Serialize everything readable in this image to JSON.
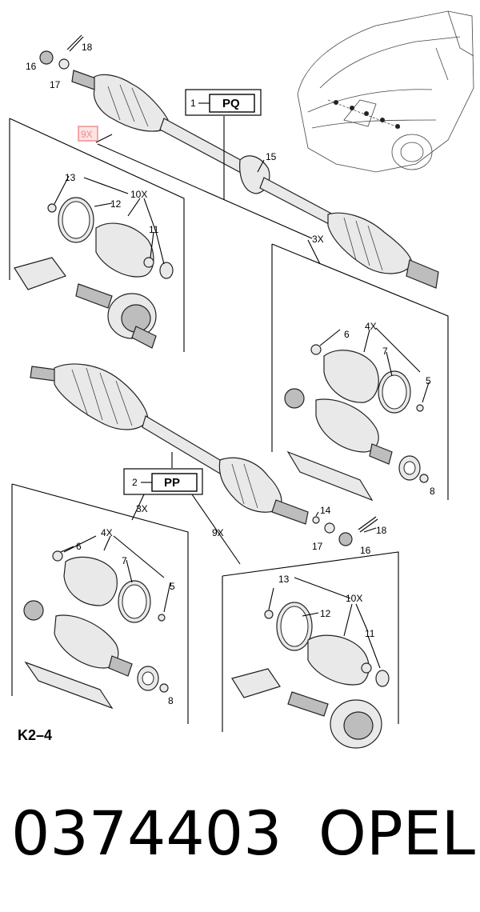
{
  "callouts": {
    "c9x_top": "9X",
    "c13_upper": "13",
    "c12_upper": "12",
    "c10x_upper": "10X",
    "c11_upper": "11",
    "c18_upper": "18",
    "c16_upper": "16",
    "c17_upper": "17",
    "c15": "15",
    "c3x_upper": "3X",
    "c6_upper": "6",
    "c4x_upper": "4X",
    "c7_upper": "7",
    "c5_upper": "5",
    "c8_upper": "8",
    "c14": "14",
    "c18_lower": "18",
    "c17_lower": "17",
    "c16_lower": "16",
    "c3x_lower": "3X",
    "c9x_lower": "9X",
    "c6_lower": "6",
    "c4x_lower": "4X",
    "c7_lower": "7",
    "c5_lower": "5",
    "c8_lower": "8",
    "c13_lower": "13",
    "c12_lower": "12",
    "c10x_lower": "10X",
    "c11_lower": "11"
  },
  "boxes": {
    "pq": {
      "prefix": "1",
      "code": "PQ"
    },
    "pp": {
      "prefix": "2",
      "code": "PP"
    }
  },
  "page_code": "K2–4",
  "footer": {
    "part_number": "0374403",
    "brand": "OPEL"
  },
  "colors": {
    "highlight": "#f08a8a",
    "highlight_fill": "#fde3e3"
  }
}
